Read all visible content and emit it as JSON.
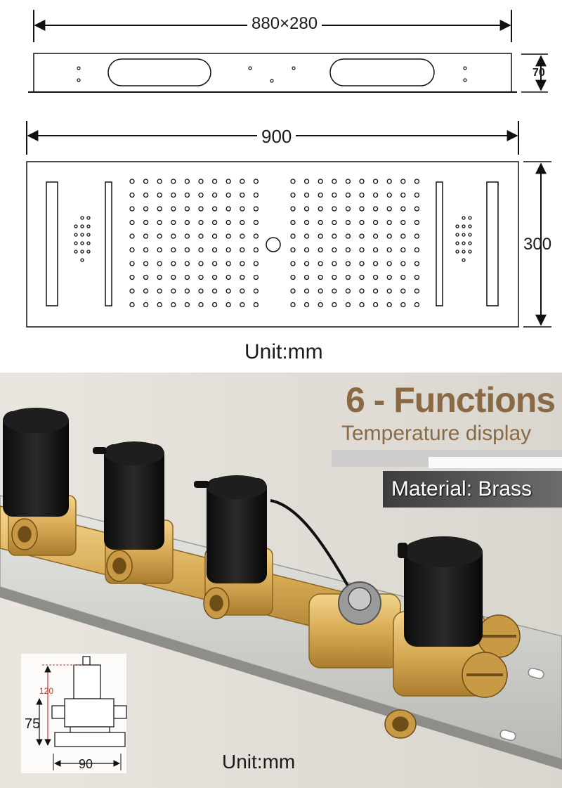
{
  "top_drawing": {
    "width_label": "880×280",
    "height_label": "70"
  },
  "front_drawing": {
    "width_label": "900",
    "height_label": "300",
    "unit_label": "Unit:mm"
  },
  "promo": {
    "title": "6 - Functions",
    "subtitle": "Temperature display",
    "material": "Material: Brass",
    "title_color": "#8a6a44"
  },
  "valve_drawing": {
    "width_label": "90",
    "height_label": "75",
    "top_label": "120",
    "unit_label": "Unit:mm"
  }
}
